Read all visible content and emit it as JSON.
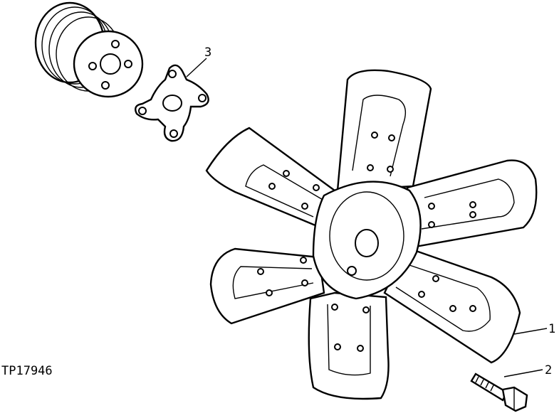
{
  "figure_id": "TP17946",
  "callouts": {
    "fan": "1",
    "bolt": "2",
    "spacer": "3"
  }
}
